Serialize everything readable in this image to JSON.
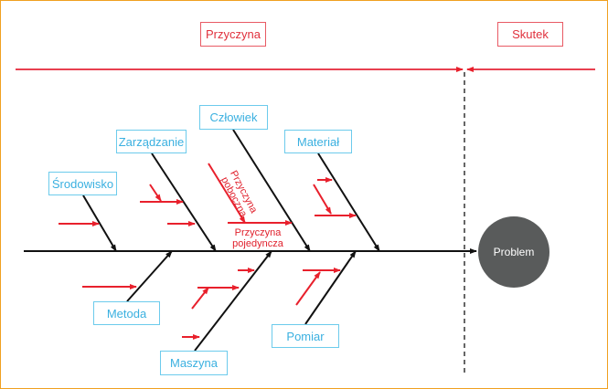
{
  "header": {
    "cause_label": "Przyczyna",
    "effect_label": "Skutek"
  },
  "effect": {
    "label": "Problem"
  },
  "categories": {
    "top": [
      "Środowisko",
      "Zarządzanie",
      "Człowiek",
      "Materiał"
    ],
    "bottom": [
      "Metoda",
      "Maszyna",
      "Pomiar"
    ]
  },
  "annotations": {
    "sub_cause": "Przyczyna poboczna",
    "single_cause": "Przyczyna pojedyncza"
  },
  "colors": {
    "header_red": "#e0303c",
    "category_blue": "#3ab0e0",
    "problem_gray": "#595b5b",
    "frame_orange": "#f0a020"
  }
}
